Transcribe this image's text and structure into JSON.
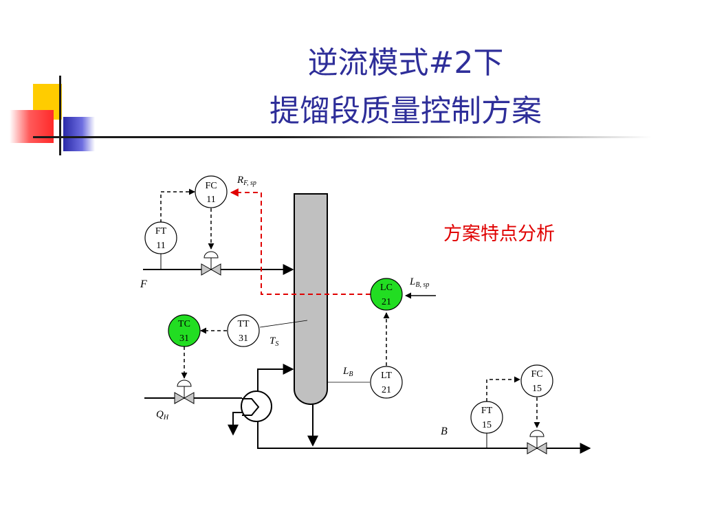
{
  "title": {
    "line1": "逆流模式#2下",
    "line2": "提馏段质量控制方案"
  },
  "analysis_link": "方案特点分析",
  "colors": {
    "title": "#2e2e99",
    "analysis": "#e00000",
    "active_controller": "#22dd22",
    "setpoint_line": "#e00000",
    "column_fill": "#c0c0c0",
    "deco_yellow": "#ffcc00",
    "deco_blue": "#3333cc",
    "deco_red": "#ff3333"
  },
  "instruments": {
    "fc11": {
      "tag": "FC",
      "num": "11"
    },
    "ft11": {
      "tag": "FT",
      "num": "11"
    },
    "tt31": {
      "tag": "TT",
      "num": "31"
    },
    "tc31": {
      "tag": "TC",
      "num": "31"
    },
    "lc21": {
      "tag": "LC",
      "num": "21"
    },
    "lt21": {
      "tag": "LT",
      "num": "21"
    },
    "fc15": {
      "tag": "FC",
      "num": "15"
    },
    "ft15": {
      "tag": "FT",
      "num": "15"
    }
  },
  "labels": {
    "rf_sp": {
      "main": "R",
      "sub": "F, sp"
    },
    "lb_sp": {
      "main": "L",
      "sub": "B, sp"
    },
    "ts": {
      "main": "T",
      "sub": "S"
    },
    "lb": {
      "main": "L",
      "sub": "B"
    },
    "qh": {
      "main": "Q",
      "sub": "H"
    },
    "f": "F",
    "b": "B"
  }
}
